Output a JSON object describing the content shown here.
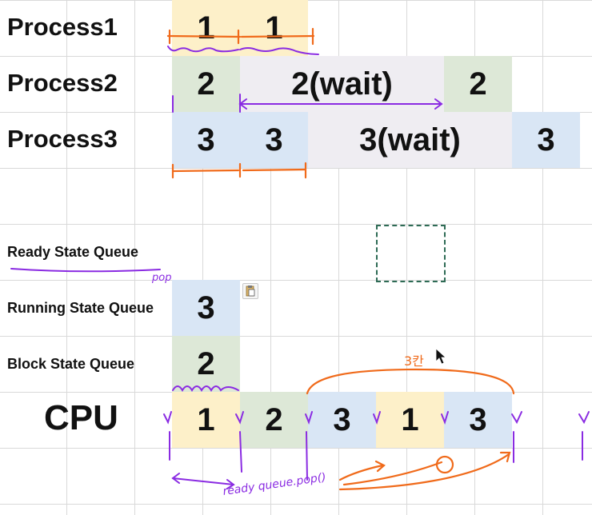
{
  "rows": {
    "process1": "Process1",
    "process2": "Process2",
    "process3": "Process3",
    "ready_queue": "Ready State Queue",
    "running_queue": "Running State Queue",
    "block_queue": "Block State Queue",
    "cpu": "CPU"
  },
  "timeline": {
    "p1_a": "1",
    "p1_b": "1",
    "p2_a": "2",
    "p2_wait": "2(wait)",
    "p2_b": "2",
    "p3_a": "3",
    "p3_b": "3",
    "p3_wait": "3(wait)",
    "p3_c": "3"
  },
  "queues": {
    "running": "3",
    "block": "2"
  },
  "cpu": [
    "1",
    "2",
    "3",
    "1",
    "3"
  ],
  "annotations": {
    "pop": "pop",
    "ready_queue_pop": "ready queue.pop()",
    "three_cells": "3칸"
  },
  "colors": {
    "process1": "#fdf0c9",
    "process2": "#dde8d7",
    "process3": "#d9e6f5",
    "wait": "#efedf2",
    "pen_purple": "#8a2be2",
    "pen_orange": "#f06a1a"
  }
}
